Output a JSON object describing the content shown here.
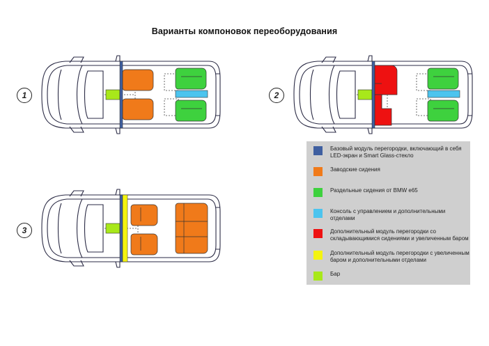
{
  "title": "Варианты компоновок переоборудования",
  "variants": [
    {
      "number": "1"
    },
    {
      "number": "2"
    },
    {
      "number": "3"
    }
  ],
  "colors": {
    "blue_partition": "#3f5fa0",
    "factory_seats": "#f07a1a",
    "bmw_seats": "#3ed13e",
    "console": "#4cc4ee",
    "red_module": "#ee1111",
    "yellow_module": "#f4f40f",
    "bar": "#a8e81a",
    "legend_bg": "#cfcfcf"
  },
  "legend": [
    {
      "color": "#3f5fa0",
      "text": "Базовый модуль перегородки, включающий в себя  LED-экран и Smart Glass-стекло"
    },
    {
      "color": "#f07a1a",
      "text": "Заводские сидения"
    },
    {
      "color": "#3ed13e",
      "text": "Раздельные сидения от BMW e65"
    },
    {
      "color": "#4cc4ee",
      "text": "Консоль с управлением и дополнительными отделами"
    },
    {
      "color": "#ee1111",
      "text": "Дополнительный модуль перегородки со складывающимися сидениями и увеличенным баром"
    },
    {
      "color": "#f4f40f",
      "text": "Дополнительный модуль перегородки с увеличенным баром и дополнительными отделами"
    },
    {
      "color": "#a8e81a",
      "text": "Бар"
    }
  ]
}
